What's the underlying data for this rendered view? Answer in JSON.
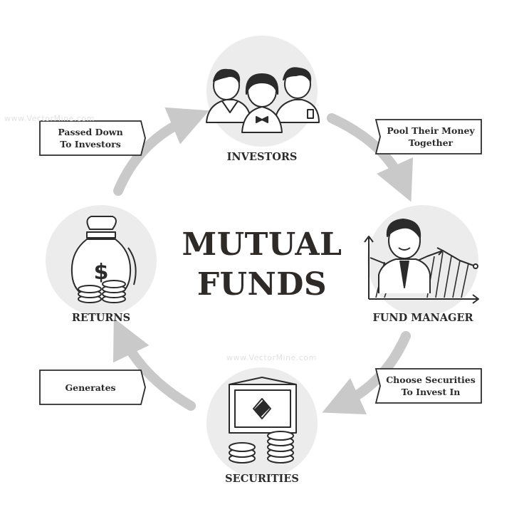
{
  "title": {
    "line1": "MUTUAL",
    "line2": "FUNDS"
  },
  "nodes": {
    "investors": {
      "label": "INVESTORS"
    },
    "fund_manager": {
      "label": "FUND MANAGER"
    },
    "securities": {
      "label": "SECURITIES"
    },
    "returns": {
      "label": "RETURNS"
    }
  },
  "steps": {
    "pool": {
      "line1": "Pool Their Money",
      "line2": "Together"
    },
    "choose": {
      "line1": "Choose Securities",
      "line2": "To Invest In"
    },
    "generates": {
      "line1": "Generates"
    },
    "passed": {
      "line1": "Passed Down",
      "line2": "To Investors"
    }
  },
  "watermark": "www.VectorMine.com",
  "colors": {
    "ink": "#2b2b2b",
    "circle": "#ececec",
    "arrow": "#c9c9c9"
  }
}
